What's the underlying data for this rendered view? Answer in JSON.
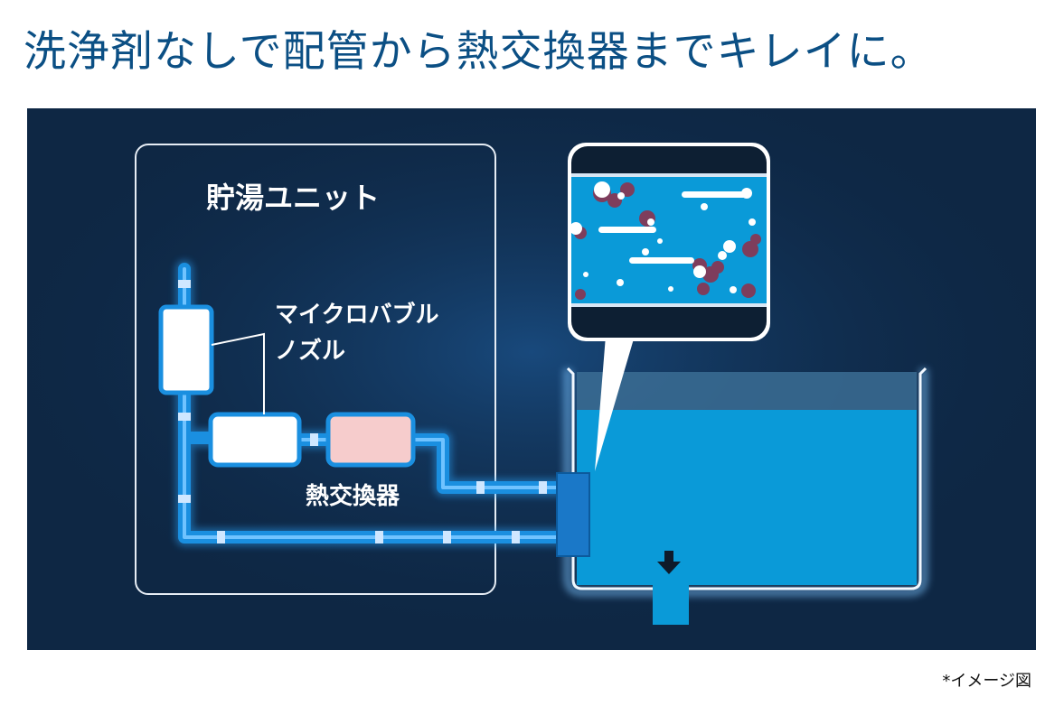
{
  "headline": "洗浄剤なしで配管から熱交換器までキレイに。",
  "diagram": {
    "unit_label": "貯湯ユニット",
    "nozzle_label_line1": "マイクロバブル",
    "nozzle_label_line2": "ノズル",
    "heat_exchanger_label": "熱交換器"
  },
  "note": "*イメージ図",
  "colors": {
    "headline": "#0b4f84",
    "background": "#0e2744",
    "pipe": "#1a8fe0",
    "water": "#0a9ad8",
    "heat_exchanger": "#f6cccc",
    "dirt": "#7e3d5c"
  }
}
